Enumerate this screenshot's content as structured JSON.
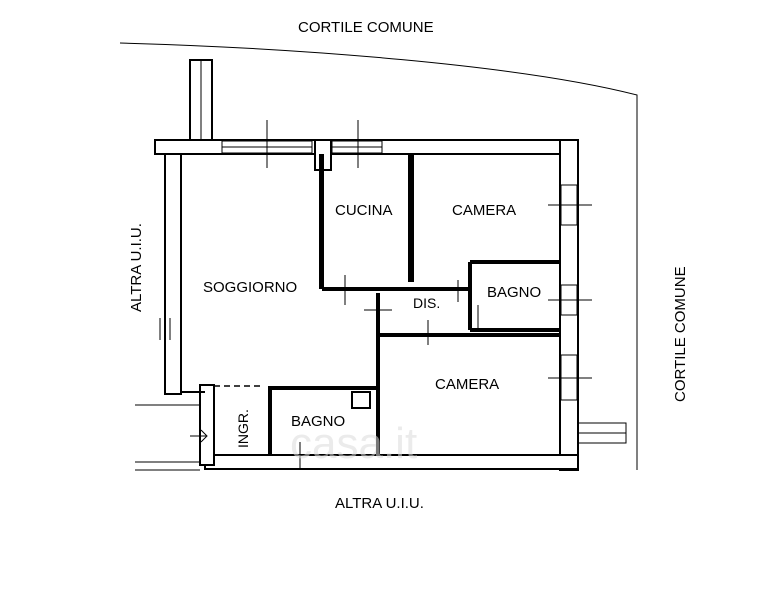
{
  "labels": {
    "cortile_top": "CORTILE COMUNE",
    "cortile_right": "CORTILE COMUNE",
    "altra_left": "ALTRA U.I.U.",
    "altra_bottom": "ALTRA U.I.U.",
    "soggiorno": "SOGGIORNO",
    "cucina": "CUCINA",
    "camera_1": "CAMERA",
    "camera_2": "CAMERA",
    "bagno_1": "BAGNO",
    "bagno_2": "BAGNO",
    "dis": "DIS.",
    "ingr": "INGR."
  },
  "watermark": "casa.it"
}
